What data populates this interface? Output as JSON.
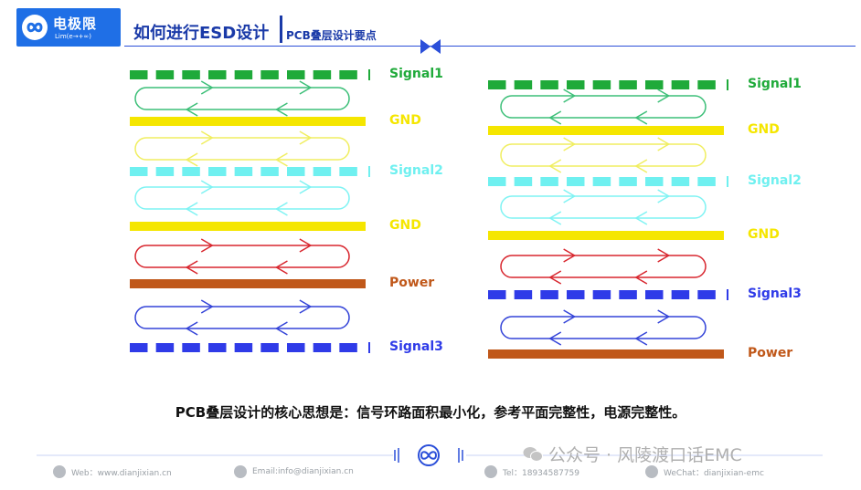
{
  "brand": {
    "name_cn": "电极限",
    "name_en": "Lim(e→+∞)"
  },
  "header": {
    "title": "如何进行ESD设计",
    "subtitle": "PCB叠层设计要点"
  },
  "stacks": {
    "left": {
      "layers": [
        {
          "label": "Signal1",
          "kind": "signal",
          "color": "#1faa3a"
        },
        {
          "label": "GND",
          "kind": "plane",
          "color": "#f5e600"
        },
        {
          "label": "Signal2",
          "kind": "signal",
          "color": "#6ff0f0"
        },
        {
          "label": "GND",
          "kind": "plane",
          "color": "#f5e600"
        },
        {
          "label": "Power",
          "kind": "plane",
          "color": "#c0581a"
        },
        {
          "label": "Signal3",
          "kind": "signal",
          "color": "#2f3be8"
        }
      ],
      "loops": [
        {
          "color": "#3cbf78"
        },
        {
          "color": "#f0ee60"
        },
        {
          "color": "#7ff3f3"
        },
        {
          "color": "#d8262e"
        },
        {
          "color": "#3343d8"
        }
      ]
    },
    "right": {
      "layers": [
        {
          "label": "Signal1",
          "kind": "signal",
          "color": "#1faa3a"
        },
        {
          "label": "GND",
          "kind": "plane",
          "color": "#f5e600"
        },
        {
          "label": "Signal2",
          "kind": "signal",
          "color": "#6ff0f0"
        },
        {
          "label": "GND",
          "kind": "plane",
          "color": "#f5e600"
        },
        {
          "label": "Signal3",
          "kind": "signal",
          "color": "#2f3be8"
        },
        {
          "label": "Power",
          "kind": "plane",
          "color": "#c0581a"
        }
      ],
      "loops": [
        {
          "color": "#3cbf78"
        },
        {
          "color": "#f0ee60"
        },
        {
          "color": "#7ff3f3"
        },
        {
          "color": "#d8262e"
        },
        {
          "color": "#3343d8"
        }
      ]
    }
  },
  "conclusion": "PCB叠层设计的核心思想是：信号环路面积最小化，参考平面完整性，电源完整性。",
  "footer": {
    "web": "Web：www.dianjixian.cn",
    "email": "Email:info@dianjixian.cn",
    "tel": "Tel：18934587759",
    "wechat": "WeChat：dianjixian-emc"
  },
  "watermark": "公众号 · 风陵渡口话EMC"
}
